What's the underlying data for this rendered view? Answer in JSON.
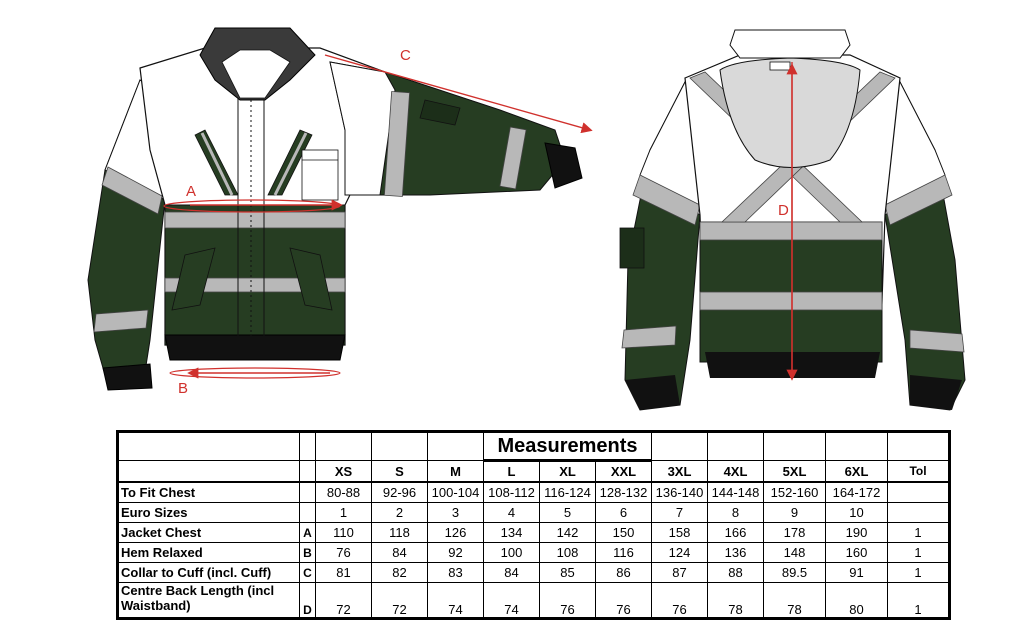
{
  "dimension_labels": {
    "a": "A",
    "b": "B",
    "c": "C",
    "d": "D"
  },
  "table": {
    "title": "Measurements",
    "sizes": [
      "XS",
      "S",
      "M",
      "L",
      "XL",
      "XXL",
      "3XL",
      "4XL",
      "5XL",
      "6XL"
    ],
    "tol_header": "Tol",
    "rows": [
      {
        "label": "To Fit Chest",
        "code": "",
        "values": [
          "80-88",
          "92-96",
          "100-104",
          "108-112",
          "116-124",
          "128-132",
          "136-140",
          "144-148",
          "152-160",
          "164-172"
        ],
        "tol": ""
      },
      {
        "label": "Euro Sizes",
        "code": "",
        "values": [
          "1",
          "2",
          "3",
          "4",
          "5",
          "6",
          "7",
          "8",
          "9",
          "10"
        ],
        "tol": ""
      },
      {
        "label": "Jacket Chest",
        "code": "A",
        "values": [
          "110",
          "118",
          "126",
          "134",
          "142",
          "150",
          "158",
          "166",
          "178",
          "190"
        ],
        "tol": "1"
      },
      {
        "label": "Hem Relaxed",
        "code": "B",
        "values": [
          "76",
          "84",
          "92",
          "100",
          "108",
          "116",
          "124",
          "136",
          "148",
          "160"
        ],
        "tol": "1"
      },
      {
        "label": "Collar to Cuff (incl. Cuff)",
        "code": "C",
        "values": [
          "81",
          "82",
          "83",
          "84",
          "85",
          "86",
          "87",
          "88",
          "89.5",
          "91"
        ],
        "tol": "1"
      },
      {
        "label": "Centre Back Length (incl Waistband)",
        "code": "D",
        "values": [
          "72",
          "72",
          "74",
          "74",
          "76",
          "76",
          "76",
          "78",
          "78",
          "80"
        ],
        "tol": "1"
      }
    ]
  },
  "colors": {
    "jacket_green": "#263d22",
    "reflective": "#b8b8b8",
    "arrow_red": "#d0312d",
    "collar": "#3a3a3a",
    "hood_grey": "#d9d9d9"
  }
}
